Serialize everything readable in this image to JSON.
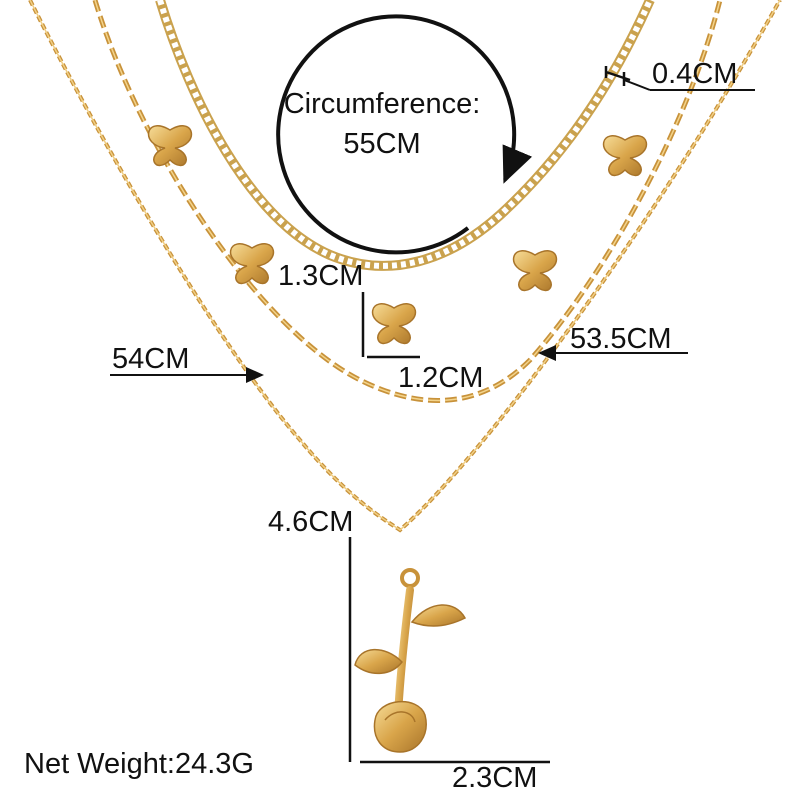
{
  "product": {
    "circumference_line1": "Circumference:",
    "circumference_line2": "55CM",
    "net_weight": "Net Weight:24.3G"
  },
  "dimensions": {
    "rhinestone_width": "0.4CM",
    "butterfly_height": "1.3CM",
    "butterfly_width": "1.2CM",
    "long_chain_length": "54CM",
    "middle_chain_length": "53.5CM",
    "rose_height": "4.6CM",
    "rose_width": "2.3CM"
  },
  "colors": {
    "gold": "#d9a54a",
    "gold_dark": "#a8742a",
    "gold_light": "#f3d48c",
    "line": "#111111"
  }
}
